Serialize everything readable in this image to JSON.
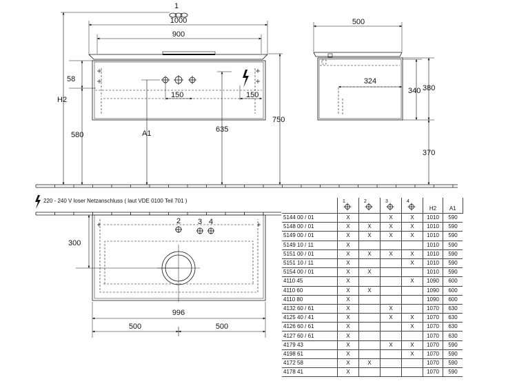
{
  "dimensions": {
    "tap_callout": "1",
    "overall_width": "1000",
    "basin_width": "900",
    "side_depth": "500",
    "inner_depth": "324",
    "h2": "H2",
    "d58": "58",
    "d580": "580",
    "d150_left": "150",
    "d150_right": "150",
    "a1": "A1",
    "d635": "635",
    "d750": "750",
    "d340": "340",
    "d380": "380",
    "d370": "370",
    "d300": "300",
    "plan_callout_2": "2",
    "plan_callout_3": "3",
    "plan_callout_4": "4",
    "d996": "996",
    "d500_left": "500",
    "d500_right": "500"
  },
  "note": {
    "icon": "lightning-icon",
    "text": "220 - 240 V loser Netzanschluss ( laut VDE 0100 Teil 701 )"
  },
  "table": {
    "columns": [
      {
        "label": "1",
        "icon": "valve-icon"
      },
      {
        "label": "2",
        "icon": "valve-icon"
      },
      {
        "label": "3",
        "icon": "valve-icon"
      },
      {
        "label": "4",
        "icon": "valve-icon"
      },
      {
        "label": "H2"
      },
      {
        "label": "A1"
      }
    ],
    "rows": [
      {
        "code": "5144 00 / 01",
        "marks": [
          "X",
          "",
          "X",
          "X"
        ],
        "h2": "1010",
        "a1": "590"
      },
      {
        "code": "5148 00 / 01",
        "marks": [
          "X",
          "X",
          "X",
          "X"
        ],
        "h2": "1010",
        "a1": "590"
      },
      {
        "code": "5149 00 / 01",
        "marks": [
          "X",
          "X",
          "X",
          "X"
        ],
        "h2": "1010",
        "a1": "590"
      },
      {
        "code": "5149 10 / 11",
        "marks": [
          "X",
          "",
          "",
          ""
        ],
        "h2": "1010",
        "a1": "590"
      },
      {
        "code": "5151 00 / 01",
        "marks": [
          "X",
          "X",
          "X",
          "X"
        ],
        "h2": "1010",
        "a1": "590"
      },
      {
        "code": "5151 10 / 11",
        "marks": [
          "X",
          "",
          "",
          "X"
        ],
        "h2": "1010",
        "a1": "590"
      },
      {
        "code": "5154 00 / 01",
        "marks": [
          "X",
          "X",
          "",
          ""
        ],
        "h2": "1010",
        "a1": "590"
      },
      {
        "code": "4110 45",
        "marks": [
          "X",
          "",
          "",
          "X"
        ],
        "h2": "1090",
        "a1": "600"
      },
      {
        "code": "4110 60",
        "marks": [
          "X",
          "X",
          "",
          ""
        ],
        "h2": "1090",
        "a1": "600"
      },
      {
        "code": "4110 80",
        "marks": [
          "X",
          "",
          "",
          ""
        ],
        "h2": "1090",
        "a1": "600"
      },
      {
        "code": "4132 60 / 61",
        "marks": [
          "X",
          "",
          "X",
          ""
        ],
        "h2": "1070",
        "a1": "630"
      },
      {
        "code": "4125 40 / 41",
        "marks": [
          "X",
          "",
          "X",
          "X"
        ],
        "h2": "1070",
        "a1": "630"
      },
      {
        "code": "4126 60 / 61",
        "marks": [
          "X",
          "",
          "",
          "X"
        ],
        "h2": "1070",
        "a1": "630"
      },
      {
        "code": "4127 60 / 61",
        "marks": [
          "X",
          "",
          "",
          ""
        ],
        "h2": "1070",
        "a1": "630"
      },
      {
        "code": "4179 43",
        "marks": [
          "X",
          "",
          "X",
          "X"
        ],
        "h2": "1070",
        "a1": "590"
      },
      {
        "code": "4198 61",
        "marks": [
          "X",
          "",
          "",
          "X"
        ],
        "h2": "1070",
        "a1": "590"
      },
      {
        "code": "4172 58",
        "marks": [
          "X",
          "X",
          "",
          ""
        ],
        "h2": "1070",
        "a1": "590"
      },
      {
        "code": "4178 41",
        "marks": [
          "X",
          "",
          "",
          ""
        ],
        "h2": "1070",
        "a1": "590"
      }
    ]
  }
}
